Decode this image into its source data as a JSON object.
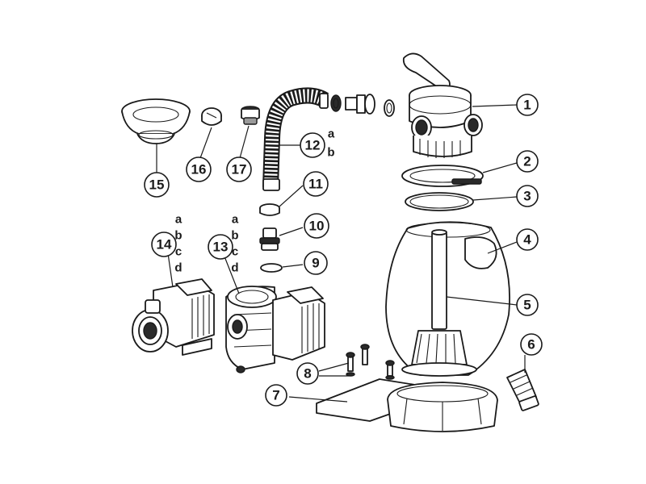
{
  "callouts": [
    {
      "id": "1",
      "label": "1"
    },
    {
      "id": "2",
      "label": "2"
    },
    {
      "id": "3",
      "label": "3"
    },
    {
      "id": "4",
      "label": "4"
    },
    {
      "id": "5",
      "label": "5"
    },
    {
      "id": "6",
      "label": "6"
    },
    {
      "id": "7",
      "label": "7"
    },
    {
      "id": "8",
      "label": "8"
    },
    {
      "id": "9",
      "label": "9"
    },
    {
      "id": "10",
      "label": "10"
    },
    {
      "id": "11",
      "label": "11"
    },
    {
      "id": "12",
      "label": "12"
    },
    {
      "id": "13",
      "label": "13"
    },
    {
      "id": "14",
      "label": "14"
    },
    {
      "id": "15",
      "label": "15"
    },
    {
      "id": "16",
      "label": "16"
    },
    {
      "id": "17",
      "label": "17"
    }
  ],
  "variants": {
    "part12": [
      "a",
      "b"
    ],
    "part13": [
      "a",
      "b",
      "c",
      "d"
    ],
    "part14": [
      "a",
      "b",
      "c",
      "d"
    ]
  }
}
